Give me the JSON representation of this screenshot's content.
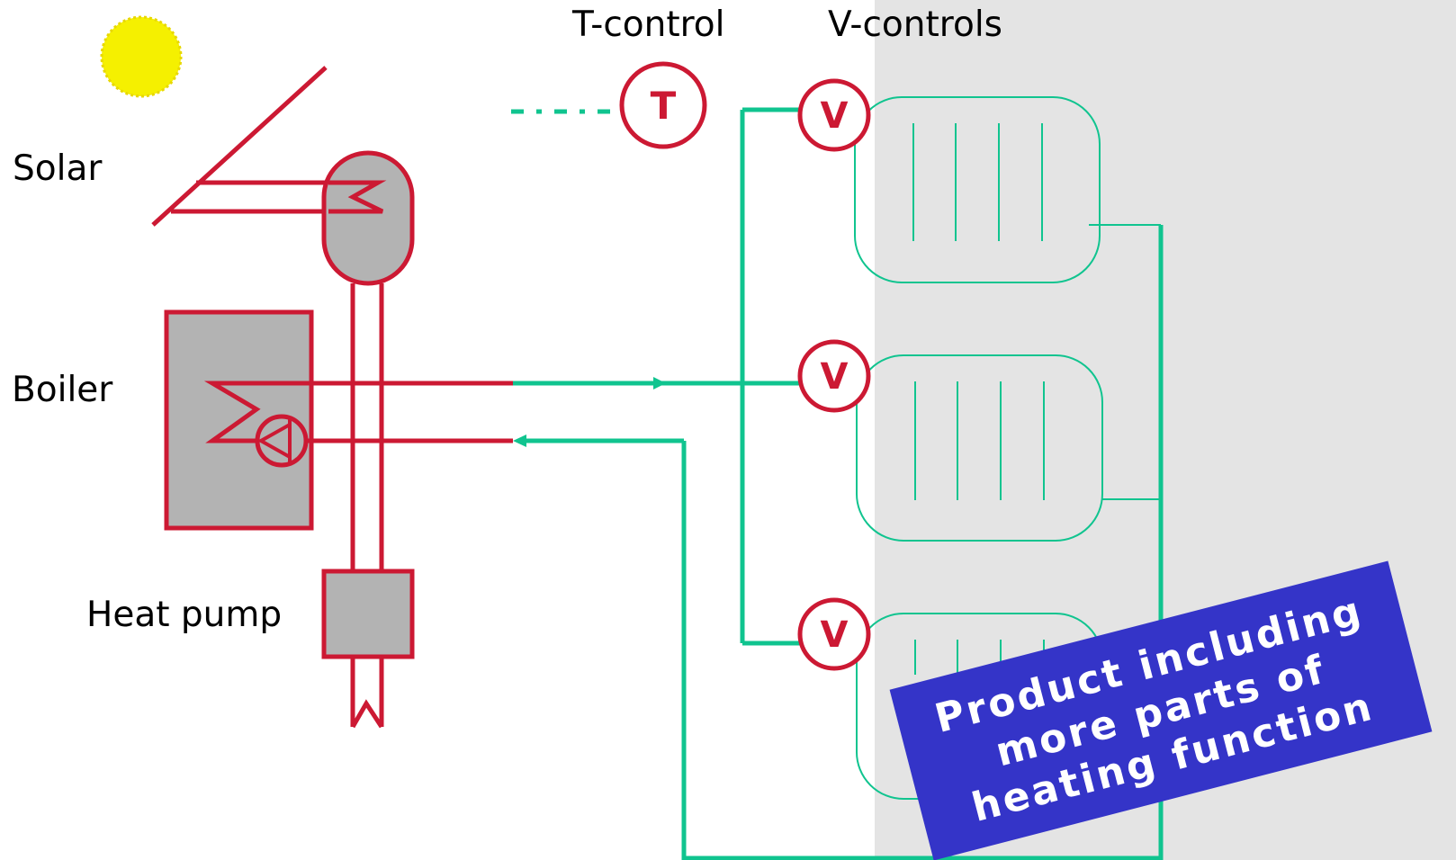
{
  "labels": {
    "solar": "Solar",
    "boiler": "Boiler",
    "heat_pump": "Heat pump",
    "t_control": "T-control",
    "v_controls": "V-controls"
  },
  "controls": {
    "t_symbol": "T",
    "v_symbol": "V"
  },
  "callout": {
    "lines": [
      "Product including",
      "more parts of",
      "heating function"
    ]
  },
  "colors": {
    "pipe_red": "#cc1933",
    "pipe_green": "#10c48f",
    "equipment_fill": "#b3b3b3",
    "zone_gray": "#e4e4e4",
    "sun": "#f5f000",
    "callout_bg": "#3434c8",
    "callout_text": "#ffffff"
  },
  "icons": {
    "sun": "sun-icon",
    "pump": "circulation-pump-icon",
    "coil": "heat-exchanger-coil-icon",
    "radiator": "radiator-icon"
  }
}
